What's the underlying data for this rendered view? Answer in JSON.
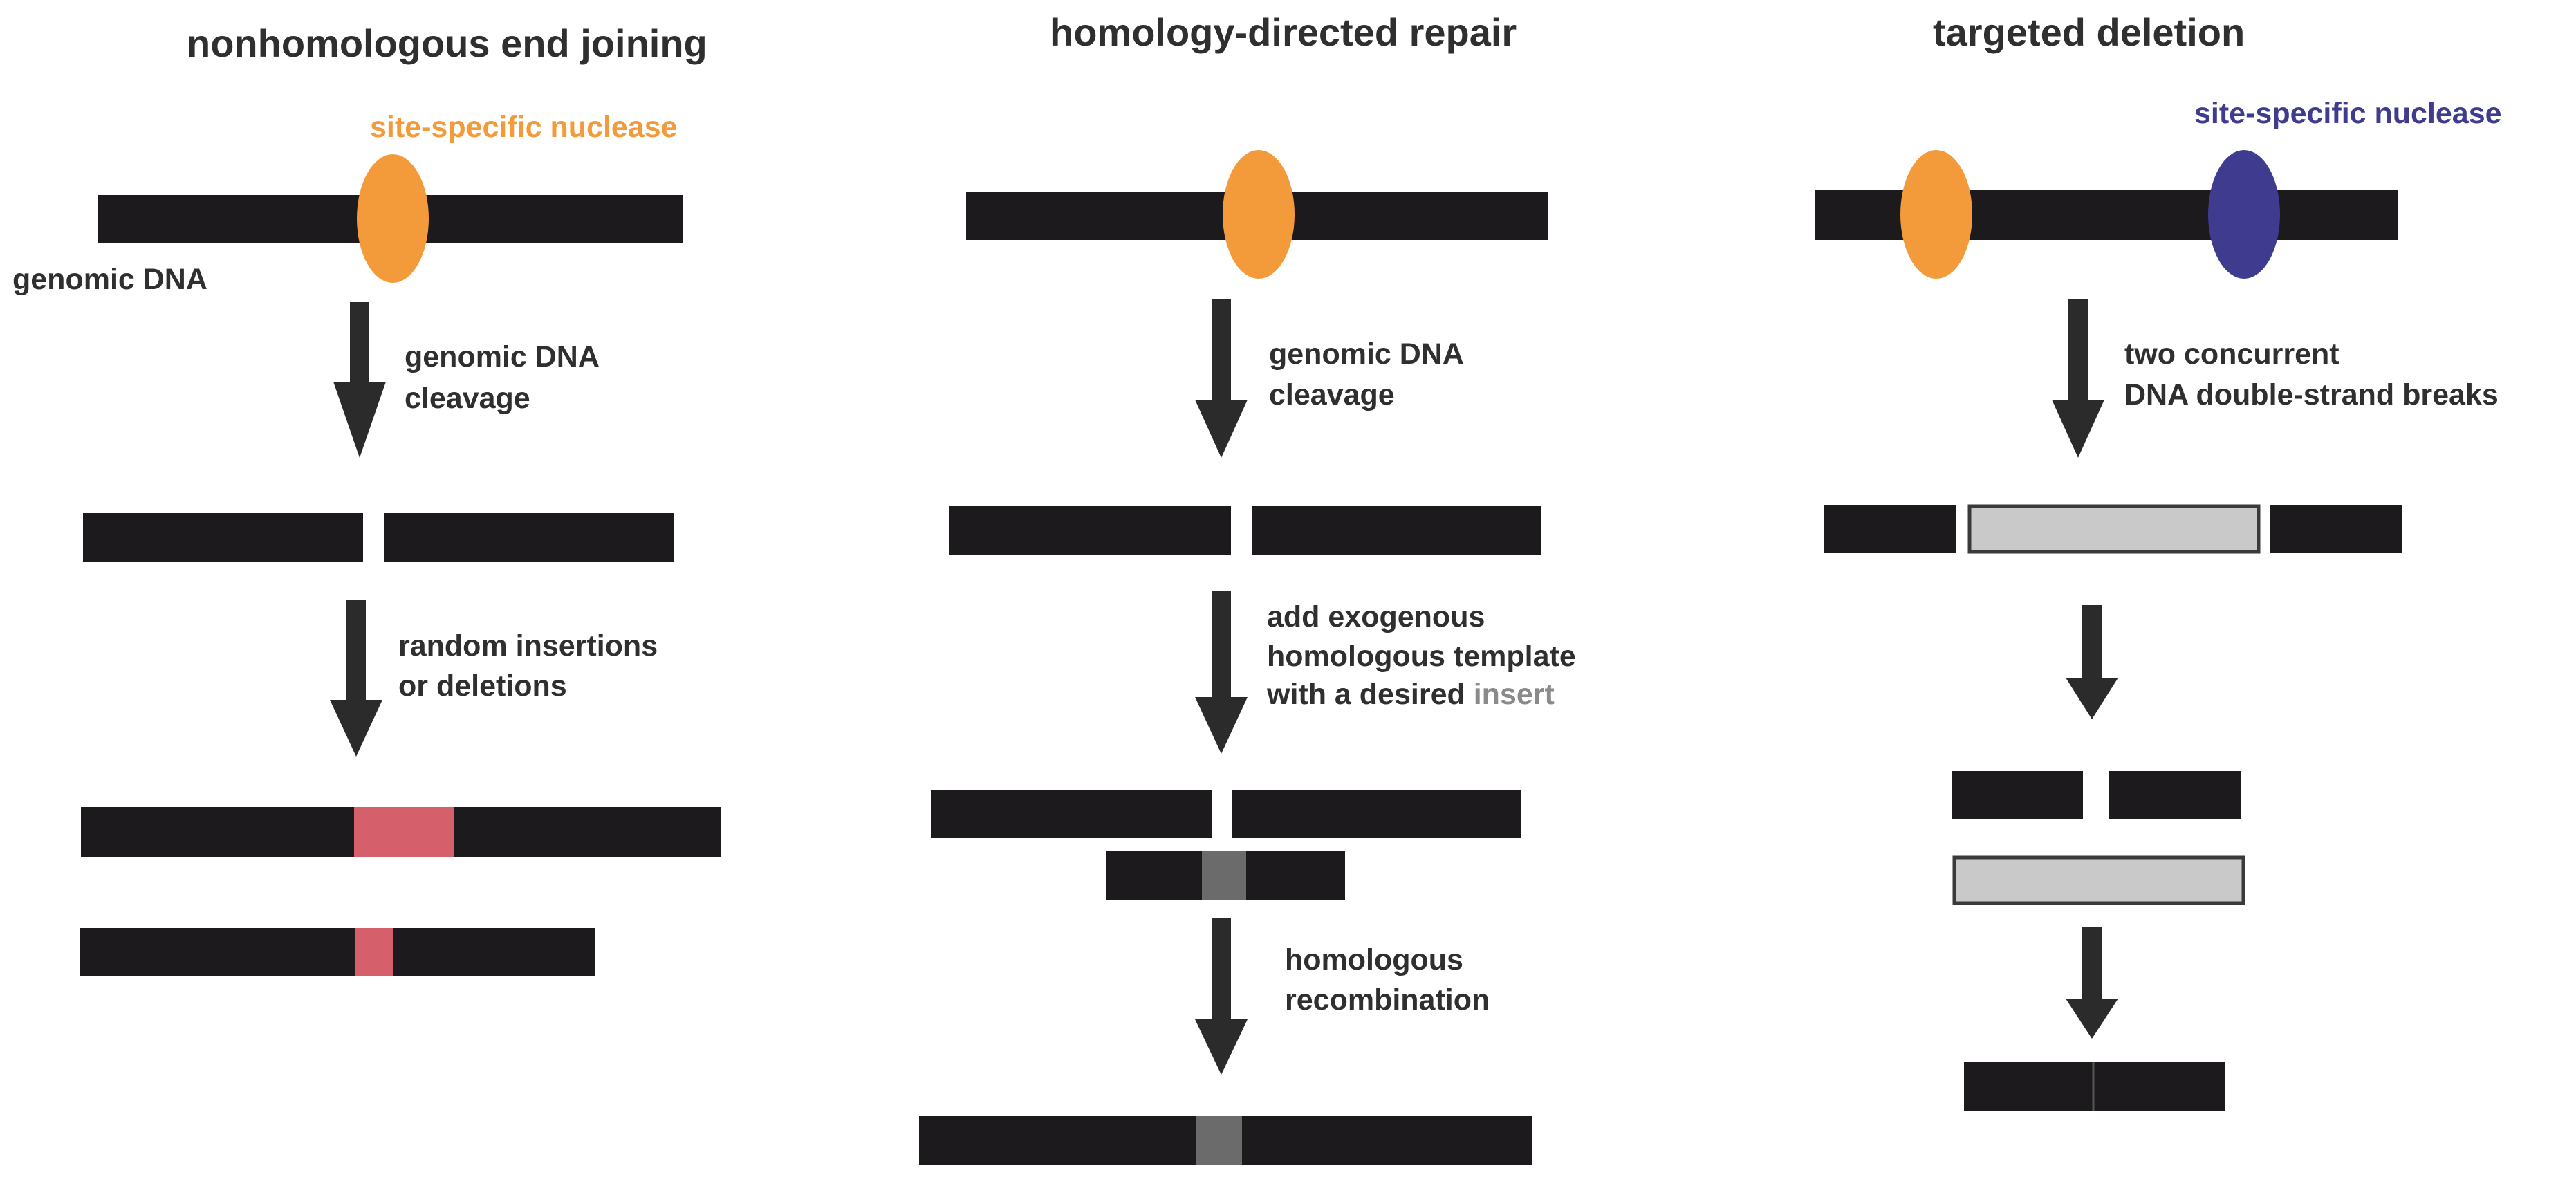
{
  "colors": {
    "dna": "#1c1a1d",
    "nuclease_orange": "#f39b3a",
    "nuclease_blue": "#3f3b8f",
    "indel": "#d55f6a",
    "insert": "#6b6b6b",
    "excised": "#c9c9c9",
    "arrow": "#2b2b2b",
    "text": "#2f2f2f",
    "insert_text": "#8a8a8a"
  },
  "panels": {
    "nhej": {
      "title": "nonhomologous end joining",
      "nuclease_label": "site-specific nuclease",
      "dna_label": "genomic DNA",
      "step1": [
        "genomic DNA",
        "cleavage"
      ],
      "step2": [
        "random insertions",
        "or deletions"
      ]
    },
    "hdr": {
      "title": "homology-directed repair",
      "step1": [
        "genomic DNA",
        "cleavage"
      ],
      "step2_line1": "add exogenous",
      "step2_line2": "homologous template",
      "step2_line3_pre": "with a desired ",
      "step2_line3_insert": "insert",
      "step3": [
        "homologous",
        "recombination"
      ]
    },
    "deletion": {
      "title": "targeted deletion",
      "nuclease_label": "site-specific nuclease",
      "step1": [
        "two concurrent",
        "DNA double-strand breaks"
      ]
    }
  }
}
